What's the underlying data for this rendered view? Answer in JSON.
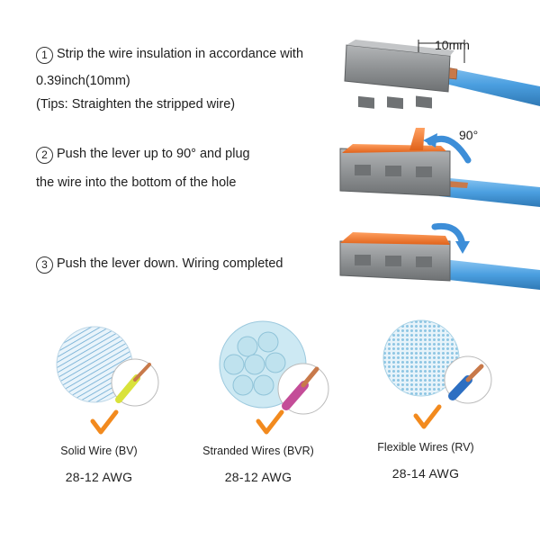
{
  "steps": [
    {
      "number": "1",
      "lines": [
        "Strip the wire insulation in accordance with",
        "0.39inch(10mm)",
        "(Tips: Straighten the stripped wire)"
      ]
    },
    {
      "number": "2",
      "lines": [
        "Push the lever up to 90°  and plug",
        "the wire into the bottom of the hole"
      ]
    },
    {
      "number": "3",
      "lines": [
        "Push the lever down. Wiring completed"
      ]
    }
  ],
  "illustration_labels": {
    "strip_length": "10mm",
    "lever_angle": "90°"
  },
  "wire_types": [
    {
      "name": "Solid Wire (BV)",
      "awg": "28-12 AWG",
      "icon": "solid-wire-icon"
    },
    {
      "name": "Stranded Wires (BVR)",
      "awg": "28-12 AWG",
      "icon": "stranded-wire-icon"
    },
    {
      "name": "Flexible Wires (RV)",
      "awg": "28-14 AWG",
      "icon": "flexible-wire-icon"
    }
  ],
  "colors": {
    "connector_gray": "#8f9294",
    "lever_orange": "#f07a2c",
    "wire_blue": "#4b9fe0",
    "copper": "#c8794a",
    "check_orange": "#f28a1e"
  }
}
